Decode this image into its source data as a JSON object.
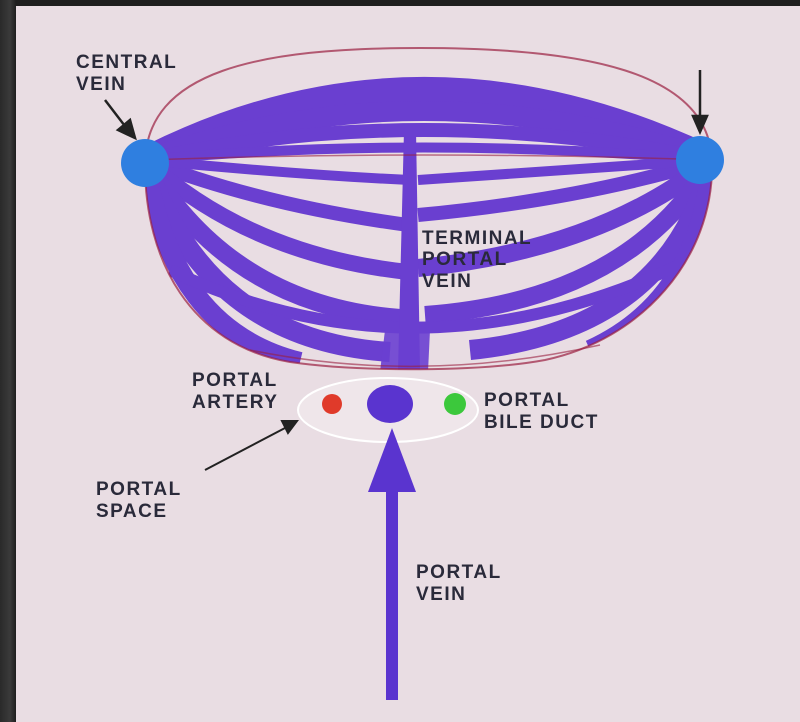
{
  "labels": {
    "central_vein_1": "CENTRAL",
    "central_vein_2": "VEIN",
    "terminal_portal_vein_1": "TERMINAL",
    "terminal_portal_vein_2": "PORTAL",
    "terminal_portal_vein_3": "VEIN",
    "portal_artery_1": "PORTAL",
    "portal_artery_2": "ARTERY",
    "portal_bile_duct_1": "PORTAL",
    "portal_bile_duct_2": "BILE DUCT",
    "portal_space_1": "PORTAL",
    "portal_space_2": "SPACE",
    "portal_vein_1": "PORTAL",
    "portal_vein_2": "VEIN"
  },
  "colors": {
    "background": "#e9dde3",
    "stripe": "#6a3fd0",
    "central_vein": "#2f7fe0",
    "portal_artery": "#e03a2a",
    "portal_vein": "#5a34cf",
    "bile_duct": "#3cc83c",
    "outline": "#9a2040"
  }
}
